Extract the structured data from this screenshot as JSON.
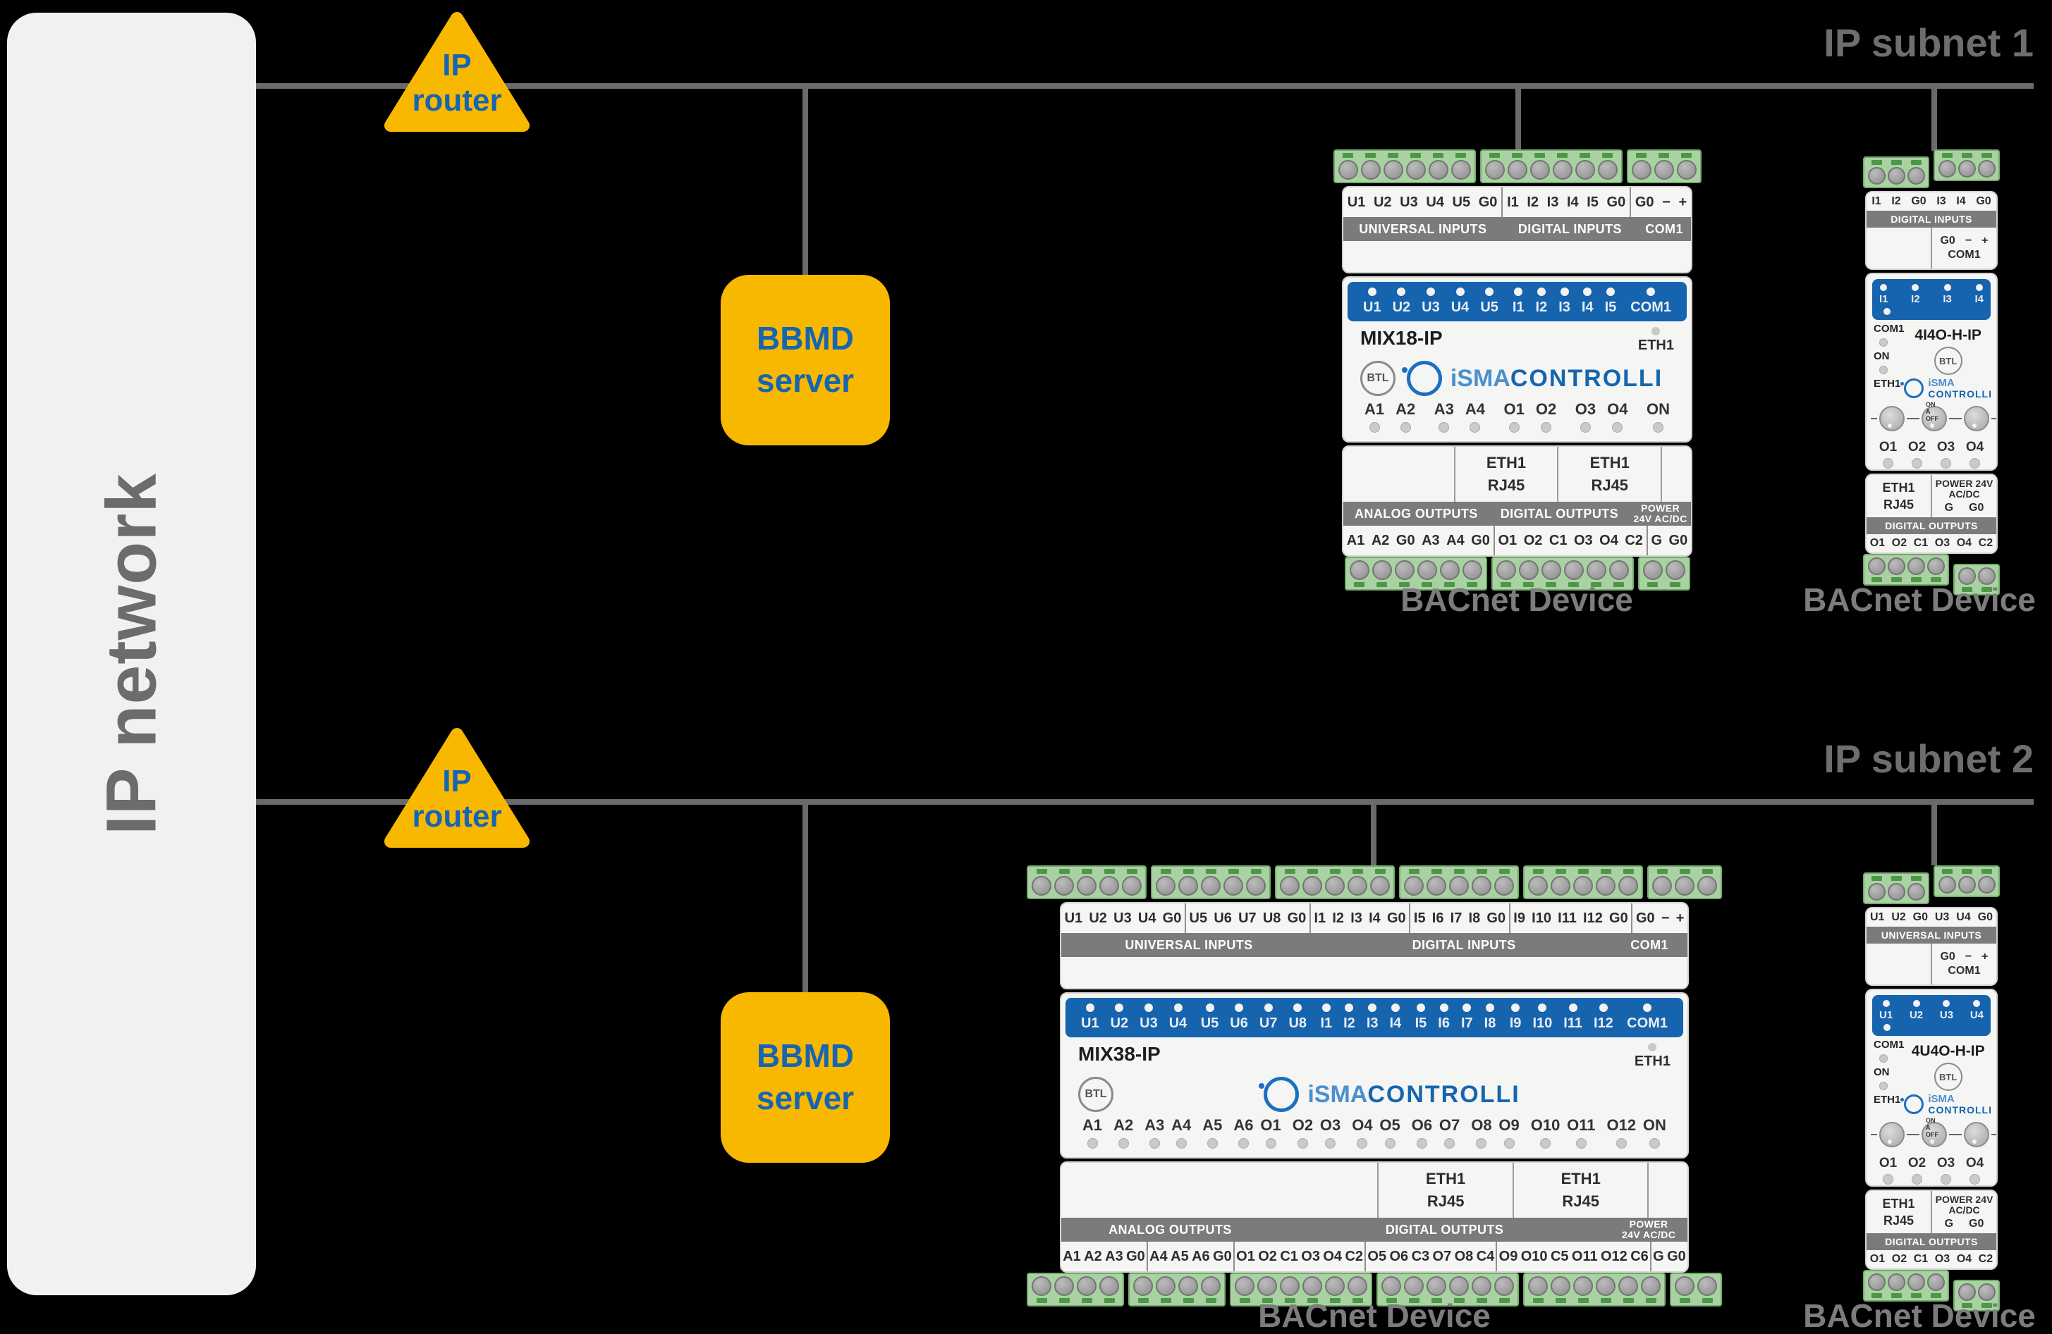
{
  "colors": {
    "background": "#000000",
    "panel_gray": "#F1F1EF",
    "line_gray": "#6A6A6A",
    "title_gray": "#6E6E6E",
    "accent_yellow": "#F9B800",
    "accent_blue": "#1565B2",
    "device_blue_bar": "#1663AE",
    "io_band_gray": "#7B7B7A",
    "terminal_green": "#A9D2A2",
    "caption_gray": "#7C7C7C"
  },
  "network_panel": {
    "label": "IP network"
  },
  "subnets": [
    {
      "title": "IP subnet 1",
      "router": {
        "line1": "IP",
        "line2": "router"
      },
      "bbmd": {
        "line1": "BBMD",
        "line2": "server"
      }
    },
    {
      "title": "IP subnet 2",
      "router": {
        "line1": "IP",
        "line2": "router"
      },
      "bbmd": {
        "line1": "BBMD",
        "line2": "server"
      }
    }
  ],
  "devices": [
    {
      "model": "MIX18-IP",
      "size": "large",
      "top_labels": [
        [
          "U1",
          "U2",
          "U3",
          "U4",
          "U5",
          "G0"
        ],
        [
          "I1",
          "I2",
          "I3",
          "I4",
          "I5",
          "G0"
        ],
        [
          "G0",
          "−",
          "+"
        ]
      ],
      "top_bands": [
        {
          "label": "UNIVERSAL INPUTS",
          "span": [
            0
          ]
        },
        {
          "label": "DIGITAL INPUTS",
          "span": [
            1
          ]
        },
        {
          "label": "COM1",
          "span": [
            2
          ]
        }
      ],
      "leds": [
        [
          "U1",
          "U2",
          "U3",
          "U4",
          "U5"
        ],
        [
          "I1",
          "I2",
          "I3",
          "I4",
          "I5"
        ],
        [
          "COM1"
        ]
      ],
      "eth_label": "ETH1",
      "btl_label": "BTL",
      "brand": {
        "glyph": "iC-ring-logo",
        "line1": "iSMA",
        "line2": "CONTROLLI"
      },
      "status": [
        [
          "A1",
          "A2"
        ],
        [
          "A3",
          "A4"
        ],
        [
          "O1",
          "O2"
        ],
        [
          "O3",
          "O4"
        ],
        [
          "ON"
        ]
      ],
      "ports": [
        [
          "ETH1",
          "RJ45"
        ],
        [
          "ETH1",
          "RJ45"
        ]
      ],
      "bottom_bands": [
        {
          "label": "ANALOG OUTPUTS",
          "span": [
            0
          ]
        },
        {
          "label": "DIGITAL OUTPUTS",
          "span": [
            1
          ]
        },
        {
          "label": "POWER|24V AC/DC",
          "span": [
            2
          ]
        }
      ],
      "bottom_labels": [
        [
          "A1",
          "A2",
          "G0",
          "A3",
          "A4",
          "G0"
        ],
        [
          "O1",
          "O2",
          "C1",
          "O3",
          "O4",
          "C2"
        ],
        [
          "G",
          "G0"
        ]
      ],
      "caption": "BACnet Device"
    },
    {
      "model": "4I4O-H-IP",
      "size": "small",
      "top_labels": [
        "I1",
        "I2",
        "G0",
        "I3",
        "I4",
        "G0"
      ],
      "top_blocks": [
        3,
        3
      ],
      "top_band": "DIGITAL INPUTS",
      "com": {
        "terms": [
          "G0",
          "−",
          "+"
        ],
        "label": "COM1"
      },
      "leds": [
        "I1",
        "I2",
        "I3",
        "I4"
      ],
      "com_led_label": "COM1",
      "on_label": "ON",
      "eth_label": "ETH1",
      "btl_label": "BTL",
      "brand": {
        "glyph": "iC-ring-logo",
        "line1": "iSMA",
        "line2": "CONTROLLI"
      },
      "switches": {
        "labels": [
          "O1",
          "O2",
          "O3",
          "O4"
        ],
        "legend": [
          "ON",
          "A",
          "OFF"
        ]
      },
      "ports": {
        "eth": [
          "ETH1",
          "RJ45"
        ],
        "power": [
          "POWER",
          "24V AC/DC"
        ],
        "power_terms": [
          "G",
          "G0"
        ]
      },
      "bottom_band": "DIGITAL OUTPUTS",
      "bottom_labels": [
        "O1",
        "O2",
        "C1",
        "O3",
        "O4",
        "C2"
      ],
      "bottom_blocks": [
        4,
        2
      ],
      "caption": "BACnet Device"
    },
    {
      "model": "MIX38-IP",
      "size": "large",
      "top_labels": [
        [
          "U1",
          "U2",
          "U3",
          "U4",
          "G0"
        ],
        [
          "U5",
          "U6",
          "U7",
          "U8",
          "G0"
        ],
        [
          "I1",
          "I2",
          "I3",
          "I4",
          "G0"
        ],
        [
          "I5",
          "I6",
          "I7",
          "I8",
          "G0"
        ],
        [
          "I9",
          "I10",
          "I11",
          "I12",
          "G0"
        ],
        [
          "G0",
          "−",
          "+"
        ]
      ],
      "top_bands": [
        {
          "label": "UNIVERSAL INPUTS",
          "span": [
            0,
            1
          ]
        },
        {
          "label": "DIGITAL INPUTS",
          "span": [
            2,
            3,
            4
          ]
        },
        {
          "label": "COM1",
          "span": [
            5
          ]
        }
      ],
      "leds": [
        [
          "U1",
          "U2",
          "U3",
          "U4"
        ],
        [
          "U5",
          "U6",
          "U7",
          "U8"
        ],
        [
          "I1",
          "I2",
          "I3",
          "I4"
        ],
        [
          "I5",
          "I6",
          "I7",
          "I8"
        ],
        [
          "I9",
          "I10",
          "I11",
          "I12"
        ],
        [
          "COM1"
        ]
      ],
      "eth_label": "ETH1",
      "btl_label": "BTL",
      "brand": {
        "glyph": "iC-ring-logo",
        "line1": "iSMA",
        "line2": "CONTROLLI"
      },
      "status": [
        [
          "A1",
          "A2",
          "A3"
        ],
        [
          "A4",
          "A5",
          "A6"
        ],
        [
          "O1",
          "O2"
        ],
        [
          "O3",
          "O4"
        ],
        [
          "O5",
          "O6"
        ],
        [
          "O7",
          "O8"
        ],
        [
          "O9",
          "O10"
        ],
        [
          "O11",
          "O12"
        ],
        [
          "ON"
        ]
      ],
      "ports": [
        [
          "ETH1",
          "RJ45"
        ],
        [
          "ETH1",
          "RJ45"
        ]
      ],
      "bottom_bands": [
        {
          "label": "ANALOG OUTPUTS",
          "span": [
            0,
            1
          ]
        },
        {
          "label": "DIGITAL OUTPUTS",
          "span": [
            2,
            3,
            4
          ]
        },
        {
          "label": "POWER|24V AC/DC",
          "span": [
            5
          ]
        }
      ],
      "bottom_labels": [
        [
          "A1",
          "A2",
          "A3",
          "G0"
        ],
        [
          "A4",
          "A5",
          "A6",
          "G0"
        ],
        [
          "O1",
          "O2",
          "C1",
          "O3",
          "O4",
          "C2"
        ],
        [
          "O5",
          "O6",
          "C3",
          "O7",
          "O8",
          "C4"
        ],
        [
          "O9",
          "O10",
          "C5",
          "O11",
          "O12",
          "C6"
        ],
        [
          "G",
          "G0"
        ]
      ],
      "caption": "BACnet Device"
    },
    {
      "model": "4U4O-H-IP",
      "size": "small",
      "top_labels": [
        "U1",
        "U2",
        "G0",
        "U3",
        "U4",
        "G0"
      ],
      "top_blocks": [
        3,
        3
      ],
      "top_band": "UNIVERSAL INPUTS",
      "com": {
        "terms": [
          "G0",
          "−",
          "+"
        ],
        "label": "COM1"
      },
      "leds": [
        "U1",
        "U2",
        "U3",
        "U4"
      ],
      "com_led_label": "COM1",
      "on_label": "ON",
      "eth_label": "ETH1",
      "btl_label": "BTL",
      "brand": {
        "glyph": "iC-ring-logo",
        "line1": "iSMA",
        "line2": "CONTROLLI"
      },
      "switches": {
        "labels": [
          "O1",
          "O2",
          "O3",
          "O4"
        ],
        "legend": [
          "ON",
          "A",
          "OFF"
        ]
      },
      "ports": {
        "eth": [
          "ETH1",
          "RJ45"
        ],
        "power": [
          "POWER",
          "24V AC/DC"
        ],
        "power_terms": [
          "G",
          "G0"
        ]
      },
      "bottom_band": "DIGITAL OUTPUTS",
      "bottom_labels": [
        "O1",
        "O2",
        "C1",
        "O3",
        "O4",
        "C2"
      ],
      "bottom_blocks": [
        4,
        2
      ],
      "caption": "BACnet Device"
    }
  ]
}
